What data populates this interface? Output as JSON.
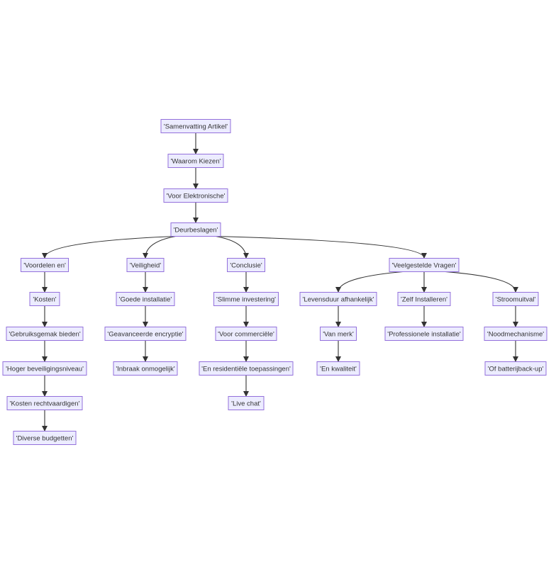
{
  "diagram": {
    "nodes": [
      {
        "id": "samenvatting",
        "label": "'Samenvatting Artikel'"
      },
      {
        "id": "waarom",
        "label": "'Waarom Kiezen'"
      },
      {
        "id": "elektronische",
        "label": "'Voor Elektronische'"
      },
      {
        "id": "deurbeslagen",
        "label": "'Deurbeslagen'"
      },
      {
        "id": "voordelen",
        "label": "'Voordelen en'"
      },
      {
        "id": "veiligheid",
        "label": "'Veiligheid'"
      },
      {
        "id": "conclusie",
        "label": "'Conclusie'"
      },
      {
        "id": "faq",
        "label": "'Veelgestelde Vragen'"
      },
      {
        "id": "kosten",
        "label": "'Kosten'"
      },
      {
        "id": "gebruiksgemak",
        "label": "'Gebruiksgemak bieden'"
      },
      {
        "id": "hoger",
        "label": "'Hoger beveiligingsniveau'"
      },
      {
        "id": "kostenrecht",
        "label": "'Kosten rechtvaardigen'"
      },
      {
        "id": "diverse",
        "label": "'Diverse budgetten'"
      },
      {
        "id": "goede",
        "label": "'Goede installatie'"
      },
      {
        "id": "geavanceerde",
        "label": "'Geavanceerde encryptie'"
      },
      {
        "id": "inbraak",
        "label": "'Inbraak onmogelijk'"
      },
      {
        "id": "slimme",
        "label": "'Slimme investering'"
      },
      {
        "id": "commerciele",
        "label": "'Voor commerciële'"
      },
      {
        "id": "residentiele",
        "label": "'En residentiële toepassingen'"
      },
      {
        "id": "livechat",
        "label": "'Live chat'"
      },
      {
        "id": "levensduur",
        "label": "'Levensduur afhankelijk'"
      },
      {
        "id": "vanmerk",
        "label": "'Van merk'"
      },
      {
        "id": "kwaliteit",
        "label": "'En kwaliteit'"
      },
      {
        "id": "zelf",
        "label": "'Zelf Installeren'"
      },
      {
        "id": "professionele",
        "label": "'Professionele installatie'"
      },
      {
        "id": "stroomuitval",
        "label": "'Stroomuitval'"
      },
      {
        "id": "noodmechanisme",
        "label": "'Noodmechanisme'"
      },
      {
        "id": "batterij",
        "label": "'Of batterijback-up'"
      }
    ],
    "edges": [
      [
        "samenvatting",
        "waarom"
      ],
      [
        "waarom",
        "elektronische"
      ],
      [
        "elektronische",
        "deurbeslagen"
      ],
      [
        "deurbeslagen",
        "voordelen"
      ],
      [
        "deurbeslagen",
        "veiligheid"
      ],
      [
        "deurbeslagen",
        "conclusie"
      ],
      [
        "deurbeslagen",
        "faq"
      ],
      [
        "voordelen",
        "kosten"
      ],
      [
        "kosten",
        "gebruiksgemak"
      ],
      [
        "gebruiksgemak",
        "hoger"
      ],
      [
        "hoger",
        "kostenrecht"
      ],
      [
        "kostenrecht",
        "diverse"
      ],
      [
        "veiligheid",
        "goede"
      ],
      [
        "goede",
        "geavanceerde"
      ],
      [
        "geavanceerde",
        "inbraak"
      ],
      [
        "conclusie",
        "slimme"
      ],
      [
        "slimme",
        "commerciele"
      ],
      [
        "commerciele",
        "residentiele"
      ],
      [
        "residentiele",
        "livechat"
      ],
      [
        "faq",
        "levensduur"
      ],
      [
        "faq",
        "zelf"
      ],
      [
        "faq",
        "stroomuitval"
      ],
      [
        "levensduur",
        "vanmerk"
      ],
      [
        "vanmerk",
        "kwaliteit"
      ],
      [
        "zelf",
        "professionele"
      ],
      [
        "stroomuitval",
        "noodmechanisme"
      ],
      [
        "noodmechanisme",
        "batterij"
      ]
    ],
    "colors": {
      "node_fill": "#ECECFF",
      "node_stroke": "#9370DB",
      "edge": "#333333",
      "text": "#333333"
    }
  }
}
